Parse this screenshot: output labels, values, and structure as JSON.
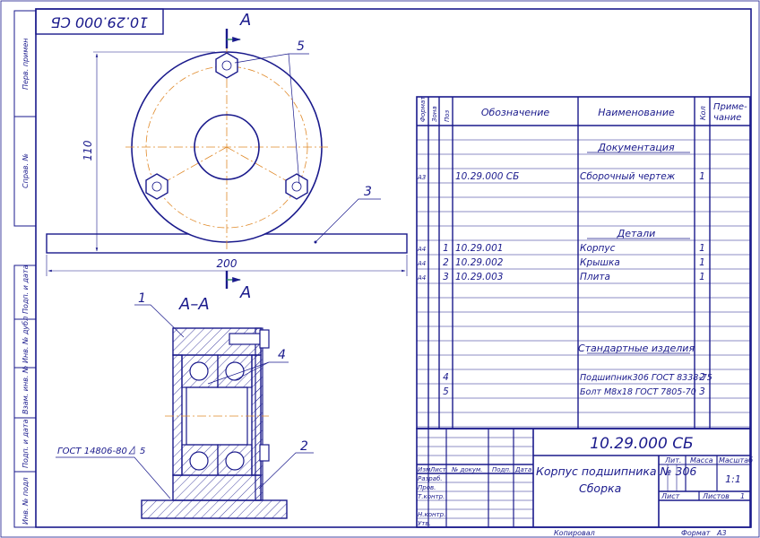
{
  "drawing": {
    "rotated_code": "10.29.000 СБ",
    "section_letter": "А",
    "section_title": "А–А",
    "dim_height": "110",
    "dim_width": "200",
    "weld_note": "ГОСТ 14806-80",
    "weld_size": "5",
    "leaders": {
      "p1": "1",
      "p2": "2",
      "p3": "3",
      "p4": "4",
      "p5": "5"
    }
  },
  "margin_labels": [
    "Перв. примен",
    "Справ. №",
    "Подп. и дата",
    "Инв. № дубл",
    "Взам. инв. №",
    "Подп. и дата",
    "Инв. № подл"
  ],
  "spec": {
    "headers": {
      "format": "Формат",
      "zone": "Зона",
      "pos": "Поз",
      "designation": "Обозначение",
      "name": "Наименование",
      "qty": "Кол",
      "note1": "Приме-",
      "note2": "чание"
    },
    "rows": [
      {
        "format": "",
        "pos": "",
        "designation": "",
        "name": "",
        "qty": "",
        "heading": "Документация"
      },
      {
        "format": "A3",
        "pos": "",
        "designation": "10.29.000 СБ",
        "name": "Сборочный чертеж",
        "qty": "1",
        "heading": ""
      },
      {
        "format": "",
        "pos": "",
        "designation": "",
        "name": "",
        "qty": "",
        "heading": ""
      },
      {
        "format": "",
        "pos": "",
        "designation": "",
        "name": "",
        "qty": "",
        "heading": "Детали"
      },
      {
        "format": "A4",
        "pos": "1",
        "designation": "10.29.001",
        "name": "Корпус",
        "qty": "1",
        "heading": ""
      },
      {
        "format": "A4",
        "pos": "2",
        "designation": "10.29.002",
        "name": "Крышка",
        "qty": "1",
        "heading": ""
      },
      {
        "format": "A4",
        "pos": "3",
        "designation": "10.29.003",
        "name": "Плита",
        "qty": "1",
        "heading": ""
      },
      {
        "format": "",
        "pos": "",
        "designation": "",
        "name": "",
        "qty": "",
        "heading": ""
      },
      {
        "format": "",
        "pos": "",
        "designation": "",
        "name": "",
        "qty": "",
        "heading": "Стандартные изделия"
      },
      {
        "format": "",
        "pos": "4",
        "designation": "",
        "name": "Подшипник306 ГОСТ 8338-75",
        "qty": "2",
        "heading": ""
      },
      {
        "format": "",
        "pos": "5",
        "designation": "",
        "name": "Болт М8х18 ГОСТ 7805-70",
        "qty": "3",
        "heading": ""
      }
    ]
  },
  "title_block": {
    "code": "10.29.000 СБ",
    "title": "Корпус подшипника № 306",
    "subtitle": "Сборка",
    "col_headers": [
      "Изм",
      "Лист",
      "№ докум.",
      "Подп.",
      "Дата"
    ],
    "roles": [
      "Разраб.",
      "Пров.",
      "Т.контр.",
      "",
      "Н.контр.",
      "Утв."
    ],
    "lit": "Лит.",
    "mass": "Масса",
    "scale": "Масштаб",
    "scale_value": "1:1",
    "sheet": "Лист",
    "sheets": "Листов",
    "sheets_value": "1",
    "copied": "Копировал",
    "format": "Формат",
    "format_value": "A3"
  }
}
